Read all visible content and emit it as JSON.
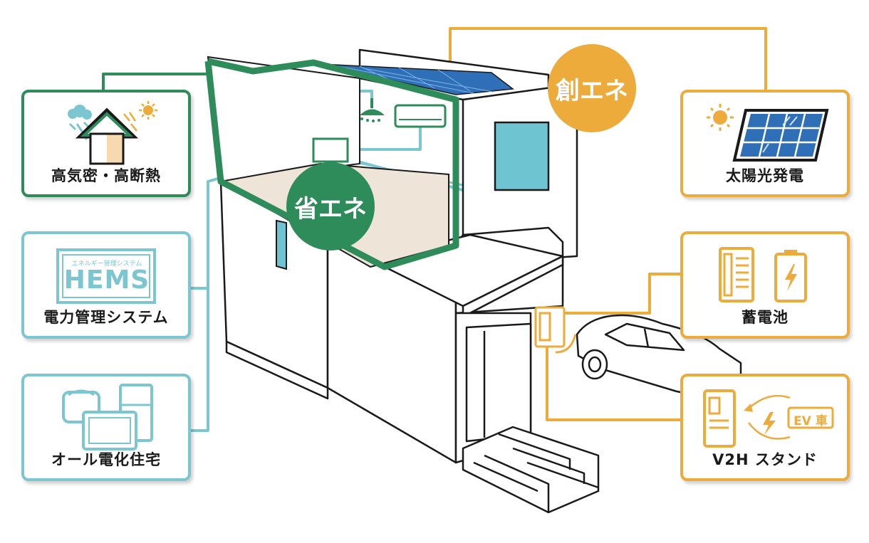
{
  "cards": {
    "insulation": "高気密・高断熱",
    "hems": "電力管理システム",
    "all_electric": "オール電化住宅",
    "solar": "太陽光発電",
    "battery": "蓄電池",
    "v2h": "V2H スタンド"
  },
  "badges": {
    "save": "省エネ",
    "create": "創エネ"
  },
  "hems_icon": {
    "small": "エネルギー管理システム",
    "big": "HEMS"
  },
  "ev_label": "EV 車",
  "colors": {
    "green": "#2e8b5a",
    "blue": "#7cc6d2",
    "orange": "#ecab3a",
    "solar_panel": "#2f6fb8"
  },
  "icons": [
    "house-insulation-icon",
    "hems-icon",
    "appliances-icon",
    "sun-icon",
    "solar-panel-icon",
    "battery-unit-icon",
    "battery-icon",
    "charger-icon",
    "lightning-icon",
    "ev-car-icon"
  ]
}
